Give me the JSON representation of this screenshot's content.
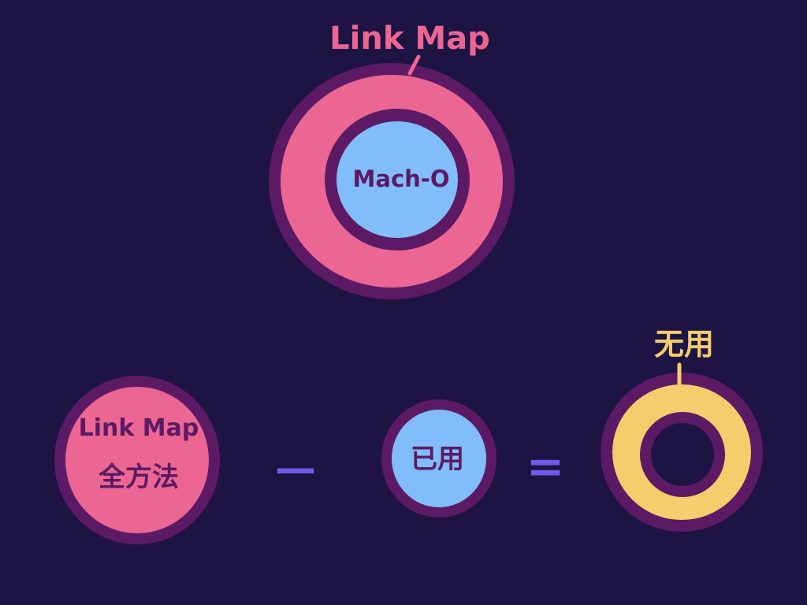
{
  "top": {
    "outer_label": "Link Map",
    "inner_label": "Mach-O"
  },
  "equation": {
    "term1_line1": "Link Map",
    "term1_line2": "全方法",
    "minus_symbol": "—",
    "term2_label": "已用",
    "equals_symbol": "=",
    "result_label": "无用"
  },
  "colors": {
    "background": "#1e1444",
    "ring_outline": "#5c1a64",
    "pink": "#ec6693",
    "blue": "#80bdfa",
    "yellow": "#f6cd6c",
    "operator": "#6e5be8",
    "dark_text": "#5c1a64"
  }
}
